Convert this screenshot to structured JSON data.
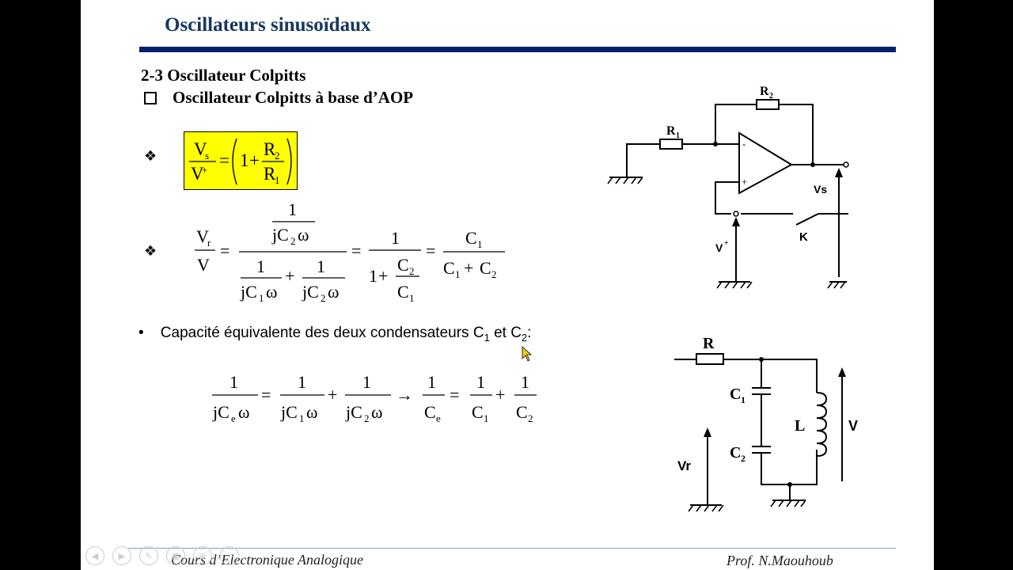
{
  "slide": {
    "title": "Oscillateurs sinusoïdaux",
    "section": "2-3 Oscillateur Colpitts",
    "subsection": "Oscillateur Colpitts à base d’AOP"
  },
  "equations": {
    "eq1": {
      "lhs_num": "V",
      "lhs_num_sub": "s",
      "lhs_den": "V",
      "lhs_den_sup": "+",
      "one": "1",
      "plus": "+",
      "r2": "R",
      "r2_sub": "2",
      "r1": "R",
      "r1_sub": "1",
      "equals": "="
    },
    "eq2": {
      "lhs_num": "V",
      "lhs_num_sub": "r",
      "lhs_den": "V",
      "one": "1",
      "jc2w": "jC",
      "sub2": "2",
      "omega": "ω",
      "jc1w": "jC",
      "sub1": "1",
      "c": "C",
      "plus": "+",
      "equals": "="
    },
    "eq3": {
      "one": "1",
      "jc": "jC",
      "sub_e": "e",
      "sub1": "1",
      "sub2": "2",
      "omega": "ω",
      "c": "C",
      "plus": "+",
      "equals": "=",
      "arrow": "→"
    }
  },
  "bullet": {
    "text_before": "Capacité équivalente des deux condensateurs C",
    "sub1": "1",
    "middle": " et C",
    "sub2": "2",
    "end": ":"
  },
  "circuit1": {
    "r2": "R",
    "r2_sub": "2",
    "r1": "R",
    "r1_sub": "1",
    "minus": "-",
    "plus": "+",
    "vs": "Vs",
    "vplus": "V",
    "vplus_sup": "+",
    "k": "K"
  },
  "circuit2": {
    "r": "R",
    "c1": "C",
    "c1_sub": "1",
    "c2": "C",
    "c2_sub": "2",
    "l": "L",
    "v": "V",
    "vr": "Vr"
  },
  "footer": {
    "left": "Cours  d’Electronique Analogique",
    "right": "Prof.  N.Maouhoub"
  },
  "nav_icons": [
    "prev-icon",
    "next-icon",
    "pen-icon",
    "slides-icon",
    "zoom-icon",
    "more-icon"
  ]
}
